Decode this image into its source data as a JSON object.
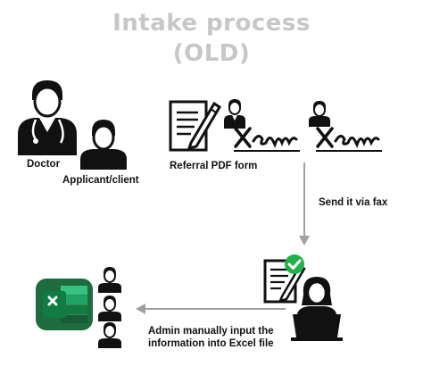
{
  "title": {
    "line1": "Intake process",
    "line2": "(OLD)"
  },
  "labels": {
    "doctor": "Doctor",
    "applicant": "Applicant/client",
    "referral": "Referral PDF form",
    "fax": "Send it via fax",
    "admin_line1": "Admin manually input the",
    "admin_line2": "information into Excel file"
  },
  "colors": {
    "title": "#c7c7c7",
    "icon": "#111111",
    "arrow": "#a0a0a0",
    "excel_dark": "#1d6b3e",
    "excel_mid": "#21a366",
    "excel_light": "#33c481",
    "check": "#22b04b"
  }
}
